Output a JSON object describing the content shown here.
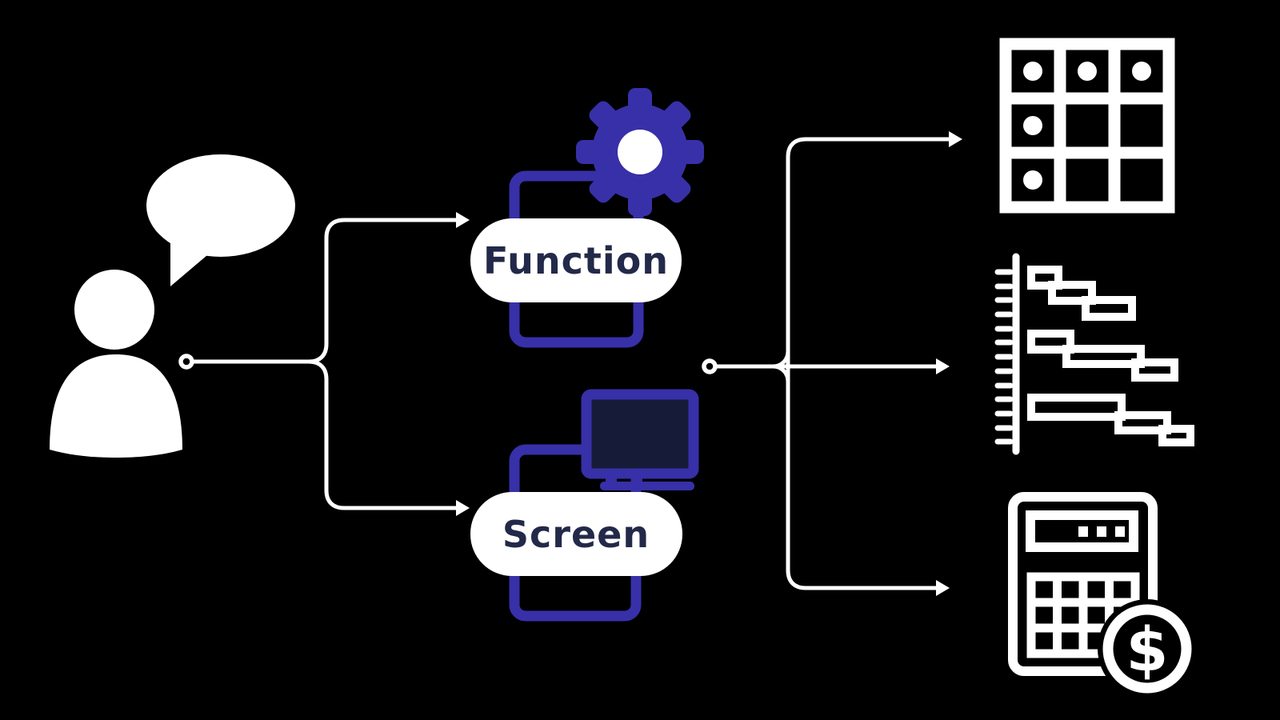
{
  "background": "#000000",
  "palette": {
    "white": "#ffffff",
    "indigo": "#3730a8",
    "dark_navy": "#161b38",
    "label_text": "#232949"
  },
  "flow": {
    "source": {
      "icon": "person-speech-bubble-icon"
    },
    "middle_nodes": [
      {
        "id": "function",
        "label": "Function",
        "icon": "gear-icon"
      },
      {
        "id": "screen",
        "label": "Screen",
        "icon": "monitor-icon"
      }
    ],
    "outputs": [
      {
        "id": "table",
        "icon": "table-grid-icon"
      },
      {
        "id": "gantt",
        "icon": "gantt-chart-icon"
      },
      {
        "id": "calculator",
        "icon": "calculator-money-icon",
        "symbol": "$"
      }
    ]
  }
}
